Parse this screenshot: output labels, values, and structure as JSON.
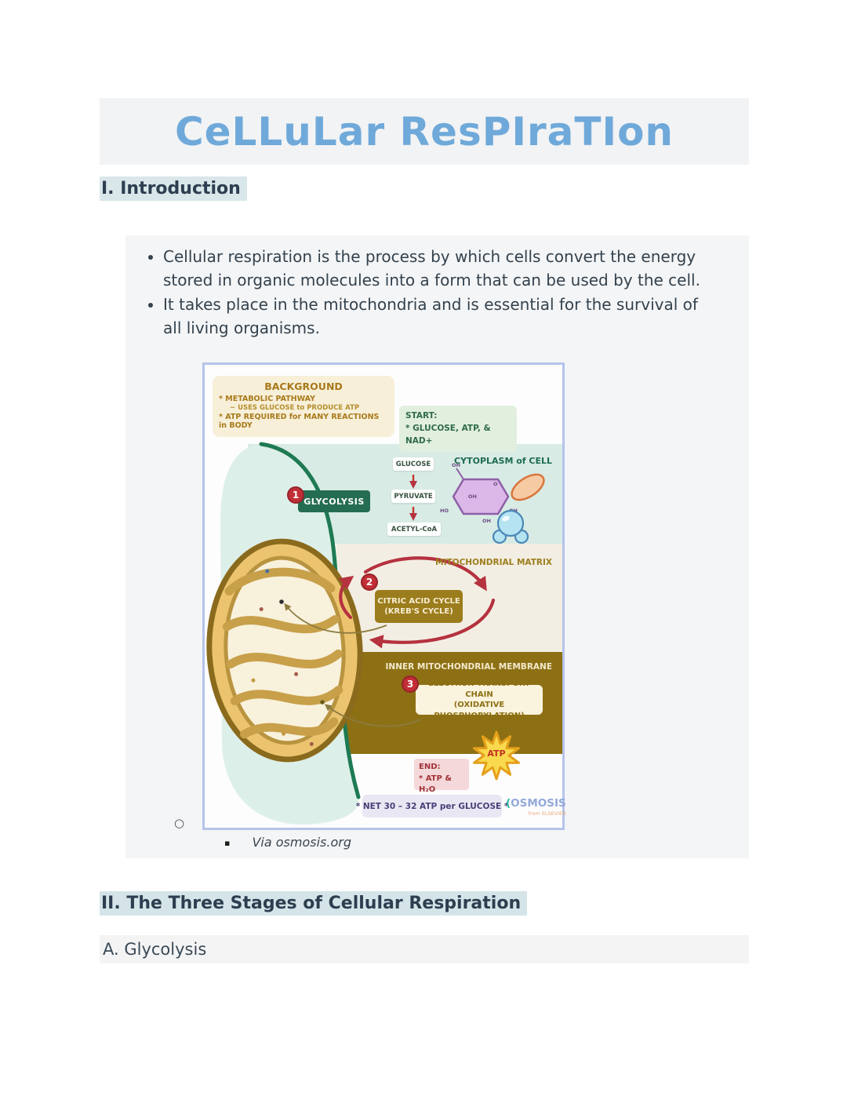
{
  "page": {
    "title": "CeLLuLar ResPIraTIon"
  },
  "sections": {
    "intro_heading": "I. Introduction",
    "stages_heading": "II. The Three Stages of Cellular Respiration",
    "glycolysis_subheading": "A. Glycolysis"
  },
  "bullets": [
    "Cellular respiration is the process by which cells convert the energy stored in organic molecules into a form that can be used by the cell.",
    "It takes place in the mitochondria and is essential for the survival of all living organisms."
  ],
  "list_markers": {
    "image": "○",
    "caption": "▪"
  },
  "image_caption": "Via osmosis.org",
  "diagram": {
    "background_box": {
      "title": "BACKGROUND",
      "line1": "* METABOLIC PATHWAY",
      "line2": "~ USES GLUCOSE to PRODUCE ATP",
      "line3": "* ATP REQUIRED for MANY REACTIONS in BODY"
    },
    "start_box": {
      "line1": "START:",
      "line2": "* GLUCOSE, ATP, & NAD+"
    },
    "zones": {
      "cytoplasm": "CYTOPLASM of CELL",
      "matrix": "MITOCHONDRIAL MATRIX",
      "membrane": "INNER MITOCHONDRIAL MEMBRANE"
    },
    "chain": [
      "GLUCOSE",
      "PYRUVATE",
      "ACETYL-CoA"
    ],
    "steps": [
      {
        "num": "1",
        "label": "GLYCOLYSIS",
        "sub": ""
      },
      {
        "num": "2",
        "label": "CITRIC ACID CYCLE",
        "sub": "(KREB'S CYCLE)"
      },
      {
        "num": "3",
        "label": "ELECTRON TRANSPORT CHAIN",
        "sub": "(OXIDATIVE PHOSPHORYLATION)"
      }
    ],
    "atp_star": "ATP",
    "end_box": {
      "line1": "END:",
      "line2": "* ATP & H₂O"
    },
    "net_box": "* NET 30 – 32 ATP per GLUCOSE *",
    "molecule_labels": [
      "OH",
      "O",
      "OH",
      "HO",
      "OH",
      "OH"
    ],
    "logo": {
      "paren": "(",
      "name": "OSMOSIS",
      "sub": "from ELSEVIER"
    }
  },
  "colors": {
    "title_blue": "#6fa9da",
    "heading_highlight": "#d9e6ea",
    "content_bg": "#f4f5f6",
    "image_border": "#b6c3ea",
    "diagram_red": "#b5323f",
    "diagram_olive": "#8d7014",
    "diagram_green": "#256d52",
    "cytoplasm_teal": "#d8ebe5",
    "mint_cell": "#ddefe9"
  }
}
